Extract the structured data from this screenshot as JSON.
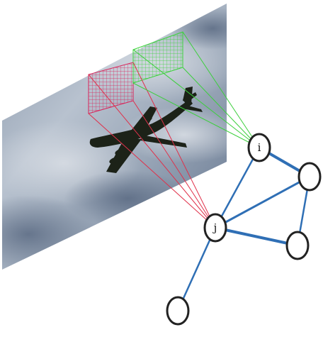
{
  "colors": {
    "edge": "#2f6fb5",
    "node_fill": "#ffffff",
    "node_stroke": "#222222",
    "patch_red": "#d9245a",
    "patch_green": "#3bd23b",
    "ray_red": "#e0304a",
    "ray_green": "#3ccf3c"
  },
  "nodes": {
    "i": {
      "label": "i"
    },
    "j": {
      "label": "j"
    }
  },
  "image": {
    "subject": "airplane-in-cloudy-sky"
  }
}
